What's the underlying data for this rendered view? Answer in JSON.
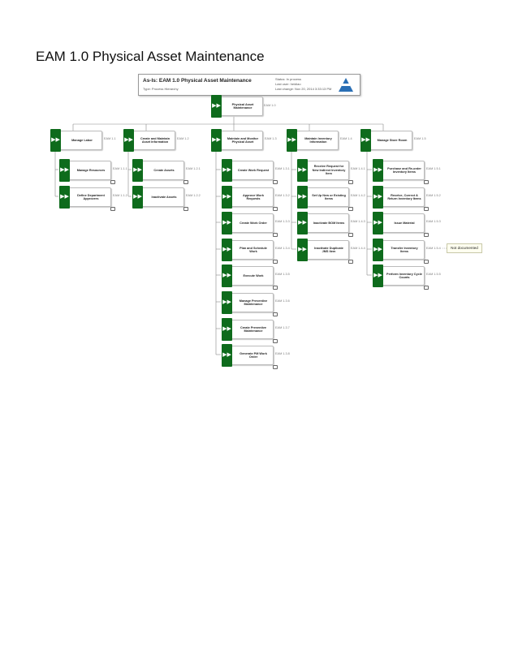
{
  "page_title": "EAM 1.0 Physical Asset Maintenance",
  "header": {
    "title": "As-Is: EAM 1.0 Physical Asset Maintenance",
    "type": "Type: Process Hierarchy",
    "status": "Status: In process",
    "last_user": "Last user: heidiao",
    "last_change": "Last change: Nov 20, 2014 3:33:13 PM"
  },
  "root": {
    "label": "Physical Asset Maintenance",
    "code": "EAM 1.0"
  },
  "l1": [
    {
      "label": "Manage Labor",
      "code": "EAM 1.1"
    },
    {
      "label": "Create and Maintain Asset Information",
      "code": "EAM 1.2"
    },
    {
      "label": "Maintain and Monitor Physical Asset",
      "code": "EAM 1.3"
    },
    {
      "label": "Maintain Inventory Information",
      "code": "EAM 1.4"
    },
    {
      "label": "Manage Store Room",
      "code": "EAM 1.5"
    }
  ],
  "col1": [
    {
      "label": "Manage Resources",
      "code": "EAM 1.1.1"
    },
    {
      "label": "Define Department Approvers",
      "code": "EAM 1.1.2"
    }
  ],
  "col2": [
    {
      "label": "Create Assets",
      "code": "EAM 1.2.1"
    },
    {
      "label": "Inactivate Assets",
      "code": "EAM 1.2.2"
    }
  ],
  "col3": [
    {
      "label": "Create Work Request",
      "code": "EAM 1.3.1"
    },
    {
      "label": "Approve Work Requests",
      "code": "EAM 1.3.2"
    },
    {
      "label": "Create Work Order",
      "code": "EAM 1.3.3"
    },
    {
      "label": "Plan and Schedule Work",
      "code": "EAM 1.3.4"
    },
    {
      "label": "Execute Work",
      "code": "EAM 1.3.5"
    },
    {
      "label": "Manage Preventive Maintenance",
      "code": "EAM 1.3.6"
    },
    {
      "label": "Create Preventive Maintenance",
      "code": "EAM 1.3.7"
    },
    {
      "label": "Generate PM Work Order",
      "code": "EAM 1.3.8"
    }
  ],
  "col4": [
    {
      "label": "Receive Request for New Indirect Inventory Item",
      "code": "EAM 1.4.1"
    },
    {
      "label": "Set Up New or Existing Items",
      "code": "EAM 1.4.2"
    },
    {
      "label": "Inactivate BOM Items",
      "code": "EAM 1.4.3"
    },
    {
      "label": "Inactivate Duplicate JMS Item",
      "code": "EAM 1.4.4"
    }
  ],
  "col5": [
    {
      "label": "Purchase and Re-order Inventory Items",
      "code": "EAM 1.5.1"
    },
    {
      "label": "Receive, Correct & Return Inventory Items",
      "code": "EAM 1.5.2"
    },
    {
      "label": "Issue Material",
      "code": "EAM 1.5.3"
    },
    {
      "label": "Transfer Inventory Items",
      "code": "EAM 1.5.4"
    },
    {
      "label": "Perform Inventory Cycle Counts",
      "code": "EAM 1.5.5"
    }
  ],
  "callout": "Not documented",
  "colors": {
    "tab": "#0e6b1c",
    "line": "#888888"
  }
}
